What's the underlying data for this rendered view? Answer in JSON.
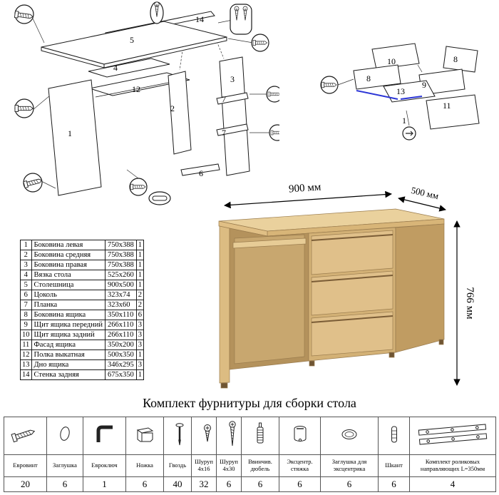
{
  "diagrams": {
    "left": {
      "labels": [
        "14",
        "5",
        "4",
        "12",
        "2",
        "1",
        "3",
        "7",
        "7",
        "6"
      ]
    },
    "right": {
      "labels": [
        "10",
        "8",
        "8",
        "9",
        "13",
        "11",
        "1"
      ]
    }
  },
  "parts_table": {
    "rows": [
      {
        "num": "1",
        "name": "Боковина левая",
        "size": "750x388",
        "qty": "1"
      },
      {
        "num": "2",
        "name": "Боковина средняя",
        "size": "750x388",
        "qty": "1"
      },
      {
        "num": "3",
        "name": "Боковина правая",
        "size": "750x388",
        "qty": "1"
      },
      {
        "num": "4",
        "name": "Вязка стола",
        "size": "525x260",
        "qty": "1"
      },
      {
        "num": "5",
        "name": "Столешница",
        "size": "900x500",
        "qty": "1"
      },
      {
        "num": "6",
        "name": "Цоколь",
        "size": "323x74",
        "qty": "2"
      },
      {
        "num": "7",
        "name": "Планка",
        "size": "323x60",
        "qty": "2"
      },
      {
        "num": "8",
        "name": "Боковина ящика",
        "size": "350x110",
        "qty": "6"
      },
      {
        "num": "9",
        "name": "Щит ящика передний",
        "size": "266x110",
        "qty": "3"
      },
      {
        "num": "10",
        "name": "Щит ящика задний",
        "size": "266x110",
        "qty": "3"
      },
      {
        "num": "11",
        "name": "Фасад ящика",
        "size": "350x200",
        "qty": "3"
      },
      {
        "num": "12",
        "name": "Полка выкатная",
        "size": "500x350",
        "qty": "1"
      },
      {
        "num": "13",
        "name": "Дно ящика",
        "size": "346x295",
        "qty": "3"
      },
      {
        "num": "14",
        "name": "Стенка задняя",
        "size": "675x350",
        "qty": "1"
      }
    ]
  },
  "desk": {
    "width_label": "900 мм",
    "depth_label": "500 мм",
    "height_label": "766 мм",
    "wood_color": "#d9b87e"
  },
  "hardware": {
    "title": "Комплект фурнитуры для сборки стола",
    "items": [
      {
        "name": "Евровинт",
        "qty": "20",
        "icon": "euroscrew-icon"
      },
      {
        "name": "Заглушка",
        "qty": "6",
        "icon": "cap-icon"
      },
      {
        "name": "Евроключ",
        "qty": "1",
        "icon": "hexkey-icon"
      },
      {
        "name": "Ножка",
        "qty": "6",
        "icon": "foot-icon"
      },
      {
        "name": "Гвоздь",
        "qty": "40",
        "icon": "nail-icon"
      },
      {
        "name": "Шуруп 4x16",
        "qty": "32",
        "icon": "screw-4x16-icon"
      },
      {
        "name": "Шуруп 4x30",
        "qty": "6",
        "icon": "screw-4x30-icon"
      },
      {
        "name": "Ввинчив. дюбель",
        "qty": "6",
        "icon": "dowel-screw-icon"
      },
      {
        "name": "Эксцентр. стяжка",
        "qty": "6",
        "icon": "camlock-icon"
      },
      {
        "name": "Заглушка для эксцентрика",
        "qty": "6",
        "icon": "camlock-cap-icon"
      },
      {
        "name": "Шкант",
        "qty": "6",
        "icon": "dowel-pin-icon"
      },
      {
        "name": "Комплект роликовых направляющих L=350мм",
        "qty": "4",
        "icon": "drawer-slides-icon"
      }
    ]
  }
}
